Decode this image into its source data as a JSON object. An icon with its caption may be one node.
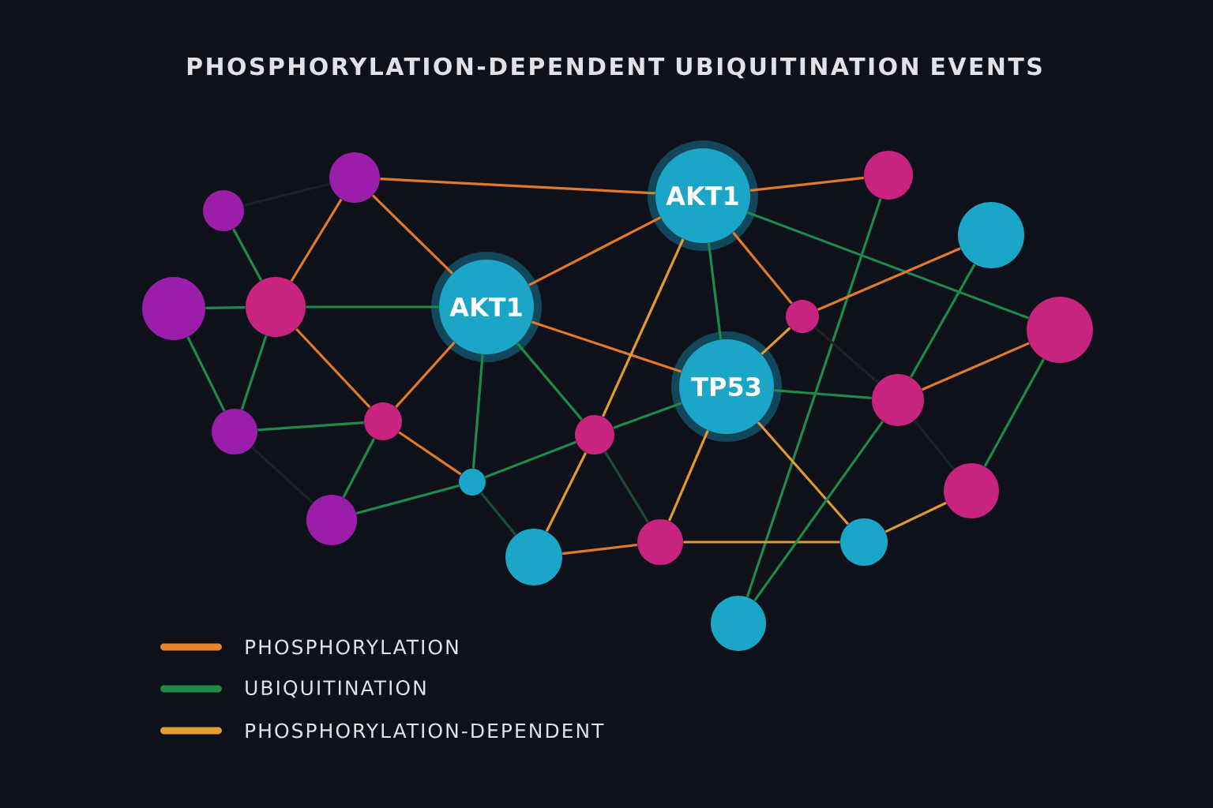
{
  "diagram": {
    "title": "PHOSPHORYLATION-DEPENDENT UBIQUITINATION EVENTS",
    "nodes": [
      {
        "text": [],
        "shape": "circle"
      },
      {
        "text": [
          "AKT1"
        ]
      },
      {
        "text": [],
        "shape": "circle"
      },
      {
        "text": [],
        "shape": "circle"
      },
      {
        "text": [],
        "shape": "circle"
      },
      {
        "text": [],
        "shape": "circle"
      },
      {
        "text": [],
        "shape": "circle"
      },
      {
        "text": [
          "AKT1"
        ]
      },
      {
        "text": [],
        "shape": "circle"
      },
      {
        "text": [],
        "shape": "circle"
      },
      {
        "text": [
          "TP53"
        ]
      },
      {
        "text": [],
        "shape": "circle"
      },
      {
        "text": [],
        "shape": "circle"
      },
      {
        "text": [],
        "shape": "circle"
      },
      {
        "text": [],
        "shape": "circle"
      },
      {
        "text": [],
        "shape": "circle"
      },
      {
        "text": [],
        "shape": "circle"
      },
      {
        "text": [],
        "shape": "circle"
      },
      {
        "text": [],
        "shape": "circle"
      },
      {
        "text": [],
        "shape": "circle"
      },
      {
        "text": [],
        "shape": "circle"
      },
      {
        "text": [],
        "shape": "circle"
      }
    ],
    "edges": [
      {
        "from": 0,
        "to": 1,
        "arrow": "none",
        "color": "#e07a2a"
      },
      {
        "from": 0,
        "to": 6,
        "arrow": "none",
        "color": "#e07a2a"
      },
      {
        "from": 0,
        "to": 7,
        "arrow": "none",
        "color": "#e07a2a"
      },
      {
        "from": 3,
        "to": 0,
        "arrow": "none",
        "color": "#1a2228"
      },
      {
        "from": 3,
        "to": 6,
        "arrow": "none",
        "color": "#1e8a4a"
      },
      {
        "from": 5,
        "to": 6,
        "arrow": "none",
        "color": "#1e8a4a"
      },
      {
        "from": 5,
        "to": 12,
        "arrow": "none",
        "color": "#1e8a4a"
      },
      {
        "from": 6,
        "to": 12,
        "arrow": "none",
        "color": "#1e8a4a"
      },
      {
        "from": 6,
        "to": 7,
        "arrow": "none",
        "color": "#1e8a4a"
      },
      {
        "from": 6,
        "to": 13,
        "arrow": "none",
        "color": "#e07a2a"
      },
      {
        "from": 7,
        "to": 1,
        "arrow": "none",
        "color": "#e07a2a"
      },
      {
        "from": 7,
        "to": 13,
        "arrow": "none",
        "color": "#e07a2a"
      },
      {
        "from": 7,
        "to": 15,
        "arrow": "none",
        "color": "#1e8a4a"
      },
      {
        "from": 7,
        "to": 14,
        "arrow": "none",
        "color": "#1e8a4a"
      },
      {
        "from": 7,
        "to": 10,
        "arrow": "none",
        "color": "#e07a2a"
      },
      {
        "from": 1,
        "to": 2,
        "arrow": "none",
        "color": "#e07a2a"
      },
      {
        "from": 1,
        "to": 14,
        "arrow": "none",
        "color": "#e09a30"
      },
      {
        "from": 1,
        "to": 10,
        "arrow": "none",
        "color": "#1e8a4a"
      },
      {
        "from": 1,
        "to": 8,
        "arrow": "none",
        "color": "#e07a2a"
      },
      {
        "from": 1,
        "to": 9,
        "arrow": "none",
        "color": "#1e8a4a"
      },
      {
        "from": 2,
        "to": 21,
        "arrow": "none",
        "color": "#1e8a4a"
      },
      {
        "from": 8,
        "to": 4,
        "arrow": "none",
        "color": "#e07a2a"
      },
      {
        "from": 8,
        "to": 10,
        "arrow": "none",
        "color": "#e09a30"
      },
      {
        "from": 8,
        "to": 11,
        "arrow": "none",
        "color": "#1a2228"
      },
      {
        "from": 11,
        "to": 16,
        "arrow": "none",
        "color": "#1a2228"
      },
      {
        "from": 4,
        "to": 11,
        "arrow": "none",
        "color": "#1e8a4a"
      },
      {
        "from": 11,
        "to": 9,
        "arrow": "none",
        "color": "#e07a2a"
      },
      {
        "from": 10,
        "to": 11,
        "arrow": "none",
        "color": "#1e8a4a"
      },
      {
        "from": 10,
        "to": 14,
        "arrow": "none",
        "color": "#1e8a4a"
      },
      {
        "from": 10,
        "to": 19,
        "arrow": "none",
        "color": "#e09a30"
      },
      {
        "from": 10,
        "to": 20,
        "arrow": "none",
        "color": "#e09a30"
      },
      {
        "from": 14,
        "to": 15,
        "arrow": "none",
        "color": "#1e8a4a"
      },
      {
        "from": 14,
        "to": 18,
        "arrow": "none",
        "color": "#e09a30"
      },
      {
        "from": 14,
        "to": 19,
        "arrow": "none",
        "color": "#1f4a34"
      },
      {
        "from": 15,
        "to": 18,
        "arrow": "none",
        "color": "#1f4a34"
      },
      {
        "from": 15,
        "to": 17,
        "arrow": "none",
        "color": "#1e8a4a"
      },
      {
        "from": 13,
        "to": 17,
        "arrow": "none",
        "color": "#1e8a4a"
      },
      {
        "from": 13,
        "to": 15,
        "arrow": "none",
        "color": "#e07a2a"
      },
      {
        "from": 12,
        "to": 13,
        "arrow": "none",
        "color": "#1e8a4a"
      },
      {
        "from": 12,
        "to": 17,
        "arrow": "none",
        "color": "#1a2228"
      },
      {
        "from": 18,
        "to": 19,
        "arrow": "none",
        "color": "#e07a2a"
      },
      {
        "from": 19,
        "to": 20,
        "arrow": "none",
        "color": "#e09a30"
      },
      {
        "from": 20,
        "to": 16,
        "arrow": "none",
        "color": "#e09a30"
      },
      {
        "from": 16,
        "to": 9,
        "arrow": "none",
        "color": "#1e8a4a"
      },
      {
        "from": 11,
        "to": 21,
        "arrow": "none",
        "color": "#1e8a4a"
      }
    ],
    "legend": [
      {
        "text": "PHOSPHORYLATION",
        "color": "#e8842c"
      },
      {
        "text": "UBIQUITINATION",
        "color": "#1e8a4a"
      },
      {
        "text": "PHOSPHORYLATION-DEPENDENT",
        "color": "#e3a030"
      }
    ]
  }
}
